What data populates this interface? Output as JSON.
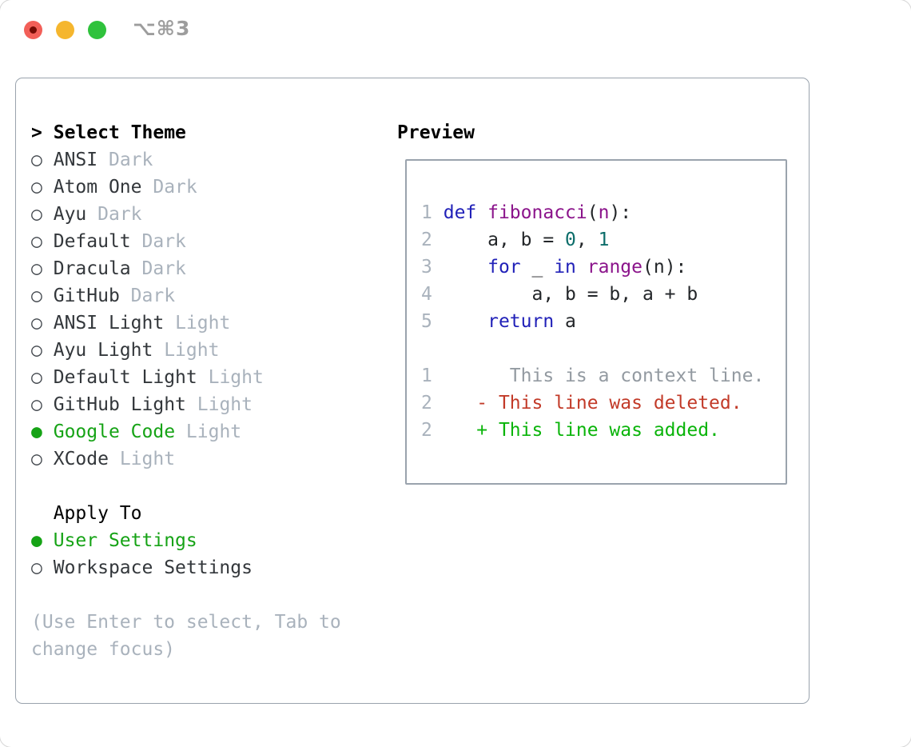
{
  "window": {
    "title": "⌥⌘3",
    "controls": [
      {
        "name": "close",
        "color": "#f25f58",
        "dot_color": "#750b04"
      },
      {
        "name": "minimize",
        "color": "#f5b62e"
      },
      {
        "name": "zoom",
        "color": "#2fc23c"
      }
    ]
  },
  "theme_picker": {
    "header_marker": ">",
    "header": "Select Theme",
    "marker_unselected": "○",
    "marker_selected": "●",
    "themes": [
      {
        "name": "ANSI",
        "variant": "Dark",
        "selected": false
      },
      {
        "name": "Atom One",
        "variant": "Dark",
        "selected": false
      },
      {
        "name": "Ayu",
        "variant": "Dark",
        "selected": false
      },
      {
        "name": "Default",
        "variant": "Dark",
        "selected": false
      },
      {
        "name": "Dracula",
        "variant": "Dark",
        "selected": false
      },
      {
        "name": "GitHub",
        "variant": "Dark",
        "selected": false
      },
      {
        "name": "ANSI Light",
        "variant": "Light",
        "selected": false
      },
      {
        "name": "Ayu Light",
        "variant": "Light",
        "selected": false
      },
      {
        "name": "Default Light",
        "variant": "Light",
        "selected": false
      },
      {
        "name": "GitHub Light",
        "variant": "Light",
        "selected": false
      },
      {
        "name": "Google Code",
        "variant": "Light",
        "selected": true
      },
      {
        "name": "XCode",
        "variant": "Light",
        "selected": false
      }
    ],
    "apply_to": {
      "header": "Apply To",
      "options": [
        {
          "label": "User Settings",
          "selected": true
        },
        {
          "label": "Workspace Settings",
          "selected": false
        }
      ]
    },
    "hint_lines": [
      "(Use Enter to select, Tab to",
      "change focus)"
    ]
  },
  "preview": {
    "header": "Preview",
    "code_lines": [
      {
        "num": "1",
        "tokens": [
          [
            "keyword",
            "def "
          ],
          [
            "title",
            "fibonacci"
          ],
          [
            "plain",
            "("
          ],
          [
            "params",
            "n"
          ],
          [
            "plain",
            "):"
          ]
        ]
      },
      {
        "num": "2",
        "tokens": [
          [
            "plain",
            "    a, b = "
          ],
          [
            "number",
            "0"
          ],
          [
            "plain",
            ", "
          ],
          [
            "number",
            "1"
          ]
        ]
      },
      {
        "num": "3",
        "tokens": [
          [
            "plain",
            "    "
          ],
          [
            "keyword",
            "for"
          ],
          [
            "plain",
            " _ "
          ],
          [
            "keyword",
            "in"
          ],
          [
            "plain",
            " "
          ],
          [
            "title",
            "range"
          ],
          [
            "plain",
            "(n):"
          ]
        ]
      },
      {
        "num": "4",
        "tokens": [
          [
            "plain",
            "        a, b = b, a + b"
          ]
        ]
      },
      {
        "num": "5",
        "tokens": [
          [
            "plain",
            "    "
          ],
          [
            "keyword",
            "return"
          ],
          [
            "plain",
            " a"
          ]
        ]
      }
    ],
    "diff_lines": [
      {
        "num": "1",
        "type": "context",
        "text": "      This is a context line."
      },
      {
        "num": "2",
        "type": "deleted",
        "text": "   - This line was deleted."
      },
      {
        "num": "2",
        "type": "added",
        "text": "   + This line was added."
      }
    ]
  },
  "colors": {
    "panel_border": "#9aa3ad",
    "selected_green": "#16a316",
    "muted_gray": "#a9b2bc",
    "item_text": "#33373b",
    "keyword_blue": "#2121b8",
    "function_purple": "#8b148b",
    "number_teal": "#0c6d6a",
    "diff_red": "#c23a28",
    "diff_green": "#0ab40a",
    "traffic_red": "#f25f58",
    "traffic_yellow": "#f5b62e",
    "traffic_green": "#2fc23c"
  }
}
